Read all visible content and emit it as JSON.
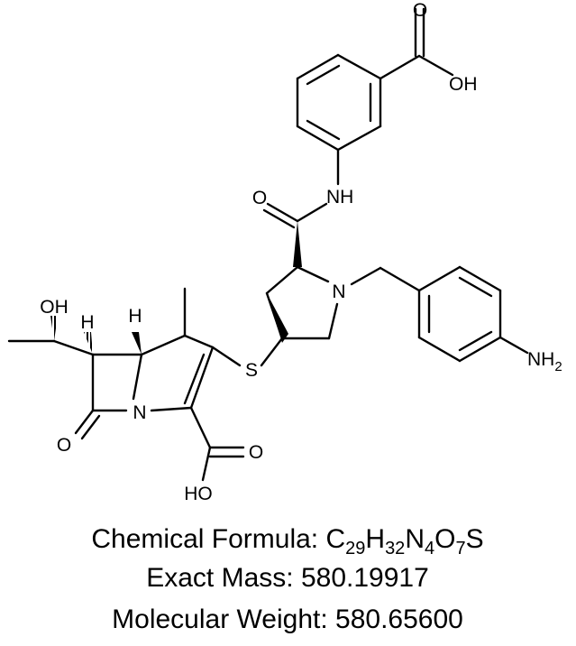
{
  "diagram": {
    "type": "chemical-structure",
    "atom_labels": {
      "acid_top_oxygen": "O",
      "acid_top_hydroxyl": "OH",
      "amide_oxygen": "O",
      "amide_nh": "NH",
      "pyrrolidine_nitrogen": "N",
      "amine": "NH",
      "amine_subscript": "2",
      "sulfur": "S",
      "hydroxyethyl_oh": "OH",
      "stereo_h_left": "H",
      "stereo_h_right": "H",
      "lactam_oxygen": "O",
      "ring_nitrogen": "N",
      "acid_bottom_oxygen": "O",
      "acid_bottom_hydroxyl": "HO"
    }
  },
  "info": {
    "formula_label": "Chemical Formula: ",
    "formula": [
      {
        "text": "C",
        "sub": "29"
      },
      {
        "text": "H",
        "sub": "32"
      },
      {
        "text": "N",
        "sub": "4"
      },
      {
        "text": "O",
        "sub": "7"
      },
      {
        "text": "S",
        "sub": ""
      }
    ],
    "exact_mass": "Exact Mass: 580.19917",
    "molecular_weight": "Molecular Weight: 580.65600"
  }
}
